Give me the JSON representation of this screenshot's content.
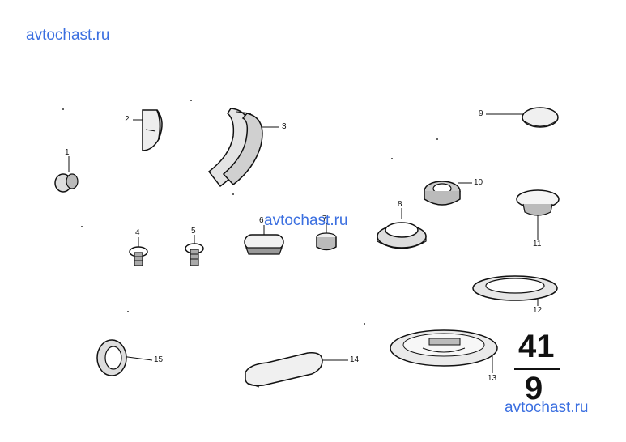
{
  "watermarks": {
    "top": "avtochast.ru",
    "middle": "avtochast.ru",
    "bottom": "avtochast.ru"
  },
  "callouts": {
    "c1": "1",
    "c2": "2",
    "c3": "3",
    "c4": "4",
    "c5": "5",
    "c6": "6",
    "c7": "7",
    "c8": "8",
    "c9": "9",
    "c10": "10",
    "c11": "11",
    "c12": "12",
    "c13": "13",
    "c14": "14",
    "c15": "15"
  },
  "group": {
    "main": "41",
    "sub": "9"
  },
  "colors": {
    "watermark": "#3b6fe0",
    "ink": "#111111"
  }
}
